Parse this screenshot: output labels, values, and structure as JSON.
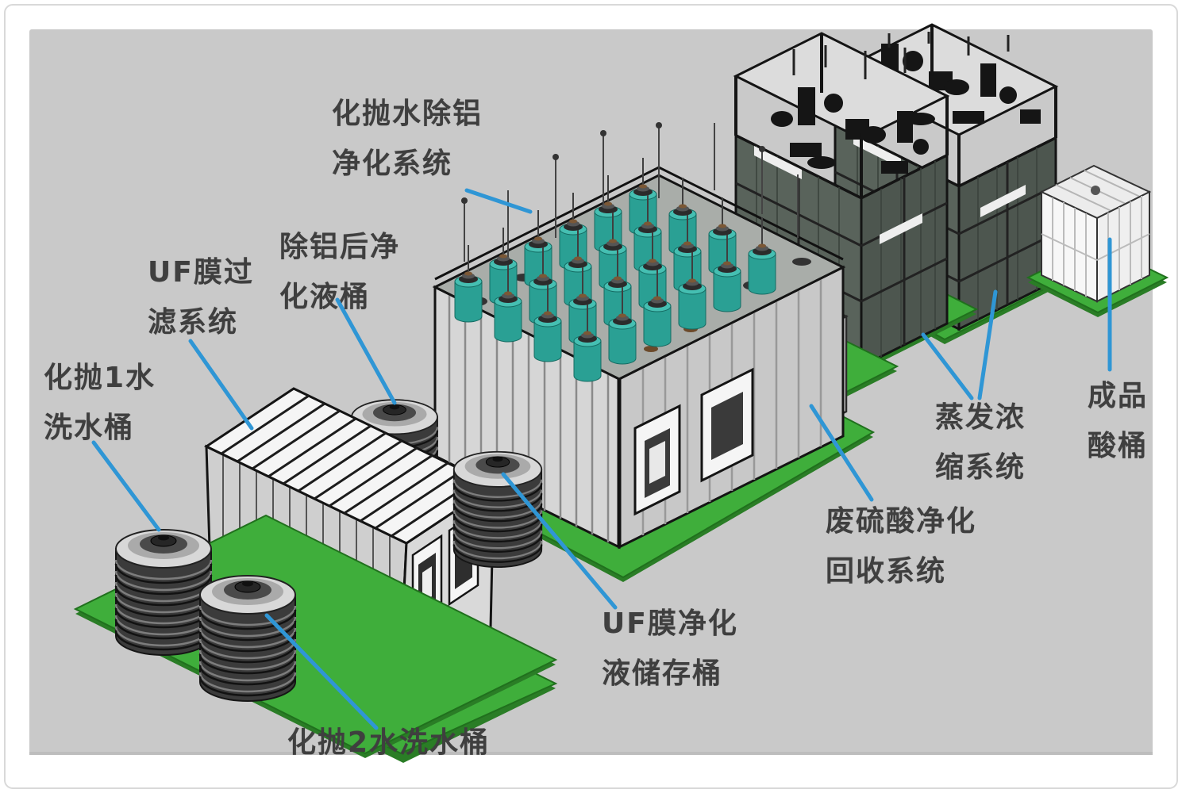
{
  "diagram": {
    "description_labels": {
      "dealum_system": {
        "line1": "化抛水除铝",
        "line2": "净化系统"
      },
      "post_dealum_tank": {
        "line1": "除铝后净",
        "line2": "化液桶"
      },
      "uf_filter_system": {
        "line1": "UF膜过",
        "line2": "滤系统"
      },
      "polish1_tank": {
        "line1": "化抛1水",
        "line2": "洗水桶"
      },
      "polish2_tank": {
        "line1": "化抛2水洗水桶"
      },
      "uf_storage_tank": {
        "line1": "UF膜净化",
        "line2": "液储存桶"
      },
      "waste_acid_system": {
        "line1": "废硫酸净化",
        "line2": "回收系统"
      },
      "evaporation_system": {
        "line1": "蒸发浓",
        "line2": "缩系统"
      },
      "product_acid_tank": {
        "line1": "成品",
        "line2": "酸桶"
      }
    },
    "colors": {
      "canvas_gray": "#c9c9c9",
      "platform_green": "#3fae3b",
      "platform_green_dark": "#2a7d26",
      "tank_body_dark": "#3b3b3b",
      "tank_lid_silver": "#d8d8d8",
      "filter_column_teal": "#2aa094",
      "leader_line_blue": "#2f96d5",
      "label_text": "#3f3f3f",
      "tower_panel": "#59635b",
      "structure_white": "#f5f5f5",
      "outline_black": "#141414"
    }
  }
}
